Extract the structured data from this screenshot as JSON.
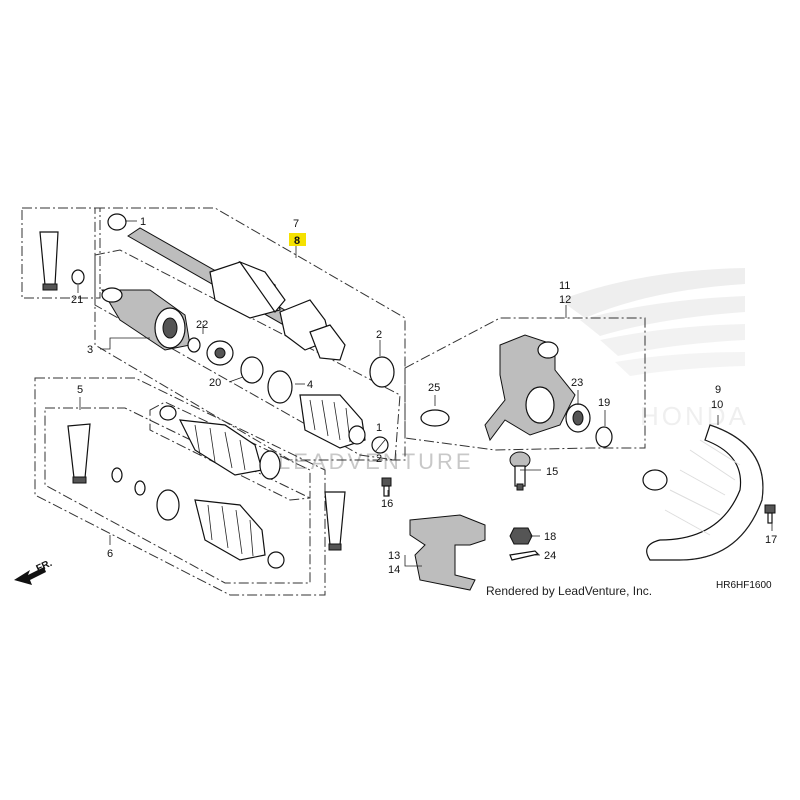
{
  "diagram": {
    "code": "HR6HF1600",
    "credit": "Rendered by LeadVenture, Inc.",
    "watermark": "LEADVENTURE",
    "direction": "FR.",
    "highlight_color": "#f5e100"
  },
  "labels": {
    "p1a": "1",
    "p1b": "1",
    "p2a": "2",
    "p2b": "2",
    "p3": "3",
    "p4": "4",
    "p5": "5",
    "p6": "6",
    "p7": "7",
    "p8": "8",
    "p9": "9",
    "p10": "10",
    "p11": "11",
    "p12": "12",
    "p13": "13",
    "p14": "14",
    "p15": "15",
    "p16": "16",
    "p17": "17",
    "p18": "18",
    "p19": "19",
    "p20": "20",
    "p21": "21",
    "p22": "22",
    "p23": "23",
    "p24": "24",
    "p25": "25"
  }
}
